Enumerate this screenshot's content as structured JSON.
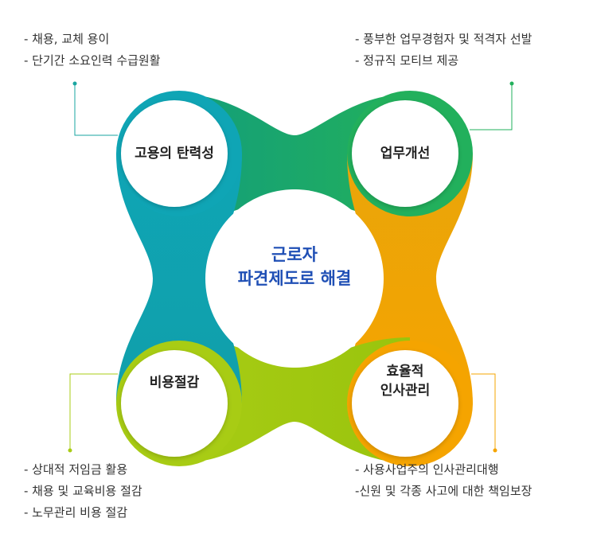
{
  "center": {
    "line1": "근로자",
    "line2": "파견제도로 해결"
  },
  "nodes": {
    "top_left": {
      "label_lines": [
        "고용의 탄력성"
      ],
      "color": "#0fa5b5"
    },
    "top_right": {
      "label_lines": [
        "업무개선"
      ],
      "color": "#22b05c"
    },
    "bottom_left": {
      "label_lines": [
        "비용절감"
      ],
      "color": "#a8cc14"
    },
    "bottom_right": {
      "label_lines": [
        "효율적",
        "인사관리"
      ],
      "color": "#f5a400"
    }
  },
  "notes": {
    "top_left": [
      "- 채용, 교체 용이",
      "- 단기간 소요인력 수급원활"
    ],
    "top_right": [
      "- 풍부한 업무경험자 및 적격자 선발",
      "- 정규직 모티브 제공"
    ],
    "bottom_left": [
      "- 상대적 저임금 활용",
      "- 채용 및 교육비용 절감",
      "- 노무관리 비용 절감"
    ],
    "bottom_right": [
      "- 사용사업주의 인사관리대행",
      "-신원 및 각종 사고에 대한 책임보장"
    ]
  }
}
